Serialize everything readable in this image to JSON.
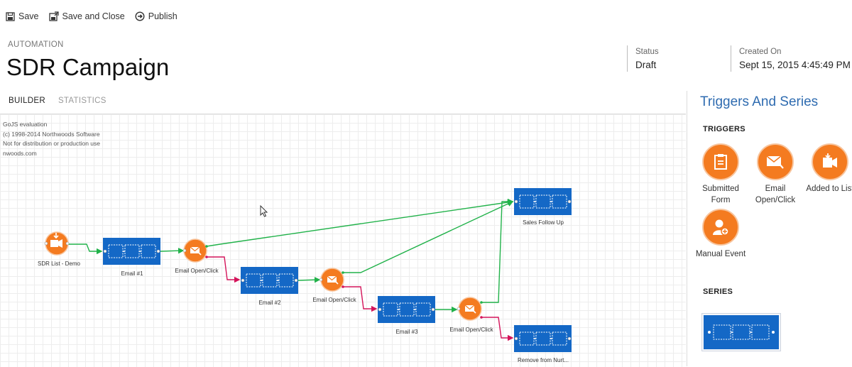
{
  "toolbar": {
    "save": "Save",
    "save_close": "Save and Close",
    "publish": "Publish"
  },
  "header": {
    "kicker": "AUTOMATION",
    "title": "SDR Campaign",
    "status_label": "Status",
    "status_value": "Draft",
    "created_label": "Created On",
    "created_value": "Sept 15, 2015 4:45:49 PM"
  },
  "tabs": [
    {
      "label": "BUILDER",
      "active": true
    },
    {
      "label": "STATISTICS",
      "active": false
    }
  ],
  "canvas": {
    "eval_lines": [
      "GoJS evaluation",
      "(c) 1998-2014 Northwoods Software",
      "Not for distribution or production use",
      "nwoods.com"
    ],
    "nodes": {
      "sdr_list": "SDR List - Demo",
      "email1": "Email #1",
      "open1": "Email Open/Click",
      "email2": "Email #2",
      "open2": "Email Open/Click",
      "email3": "Email #3",
      "open3": "Email Open/Click",
      "sales": "Sales Follow Up",
      "remove": "Remove from Nurt..."
    }
  },
  "panel": {
    "title": "Triggers And Series",
    "triggers_heading": "TRIGGERS",
    "triggers": [
      {
        "label": "Submitted Form",
        "icon": "clipboard-icon"
      },
      {
        "label": "Email Open/Click",
        "icon": "email-click-icon"
      },
      {
        "label": "Added to List",
        "icon": "list-video-icon"
      },
      {
        "label": "Manual Event",
        "icon": "person-add-icon"
      }
    ],
    "series_heading": "SERIES"
  },
  "colors": {
    "orange": "#f47b20",
    "blue": "#1468c6",
    "green": "#21b24a",
    "magenta": "#d4145a",
    "panel_title": "#2e6bb0"
  }
}
